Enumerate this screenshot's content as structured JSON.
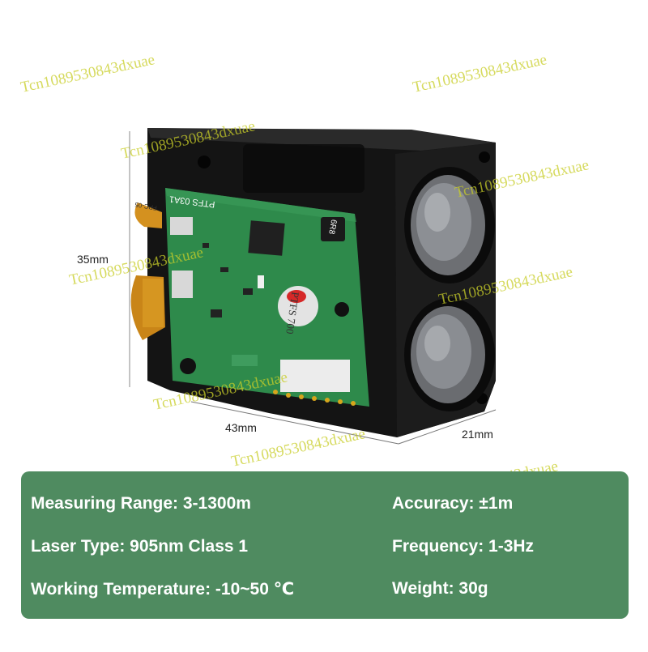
{
  "product": {
    "pcb_silkscreen": "PTFS 03A1",
    "pcb_sticker": "PTFS 700",
    "inductor_label": "6R8",
    "fpc_label": "FPC-05"
  },
  "dimensions": {
    "height": "35mm",
    "width": "43mm",
    "depth": "21mm"
  },
  "specs": {
    "measuring_range": "Measuring Range: 3-1300m",
    "accuracy": "Accuracy: ±1m",
    "laser_type": "Laser Type: 905nm Class 1",
    "frequency": "Frequency: 1-3Hz",
    "working_temperature": "Working Temperature: -10~50 ℃",
    "weight": "Weight: 30g"
  },
  "watermark": {
    "text": "Tcn1089530843dxuae"
  },
  "colors": {
    "panel": "#4f8b60",
    "pcb": "#2f8a4a",
    "housing": "#151515",
    "watermark": "#c8cd28"
  }
}
